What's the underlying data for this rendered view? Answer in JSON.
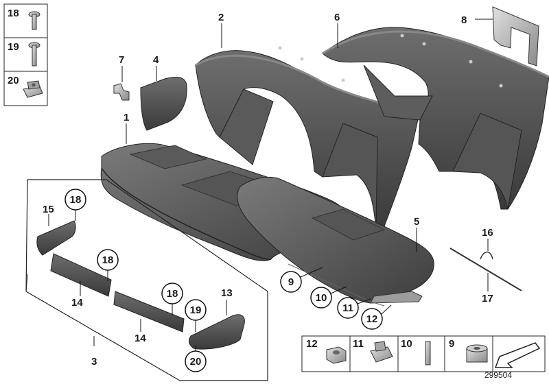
{
  "diagram": {
    "document_number": "299504",
    "callouts": {
      "c1": "1",
      "c2": "2",
      "c3": "3",
      "c4": "4",
      "c5": "5",
      "c6": "6",
      "c7": "7",
      "c8": "8",
      "c9": "9",
      "c10": "10",
      "c11": "11",
      "c12": "12",
      "c13": "13",
      "c14a": "14",
      "c14b": "14",
      "c15": "15",
      "c16": "16",
      "c17": "17"
    },
    "circled_callouts": {
      "r18a": "18",
      "r18b": "18",
      "r18c": "18",
      "r19": "19",
      "r20": "20",
      "r9": "9",
      "r10": "10",
      "r11": "11",
      "r12": "12"
    },
    "legend_fasteners": {
      "item18": "18",
      "item19": "19",
      "item20": "20"
    },
    "legend_small_parts": {
      "item12": "12",
      "item11": "11",
      "item10": "10",
      "item9": "9"
    }
  },
  "colors": {
    "upholstery_dark": "#4a4a4a",
    "upholstery_mid": "#6b6b6b",
    "upholstery_light": "#9a9a9a",
    "outline": "#1a1a1a",
    "metal": "#b8b8b8"
  }
}
